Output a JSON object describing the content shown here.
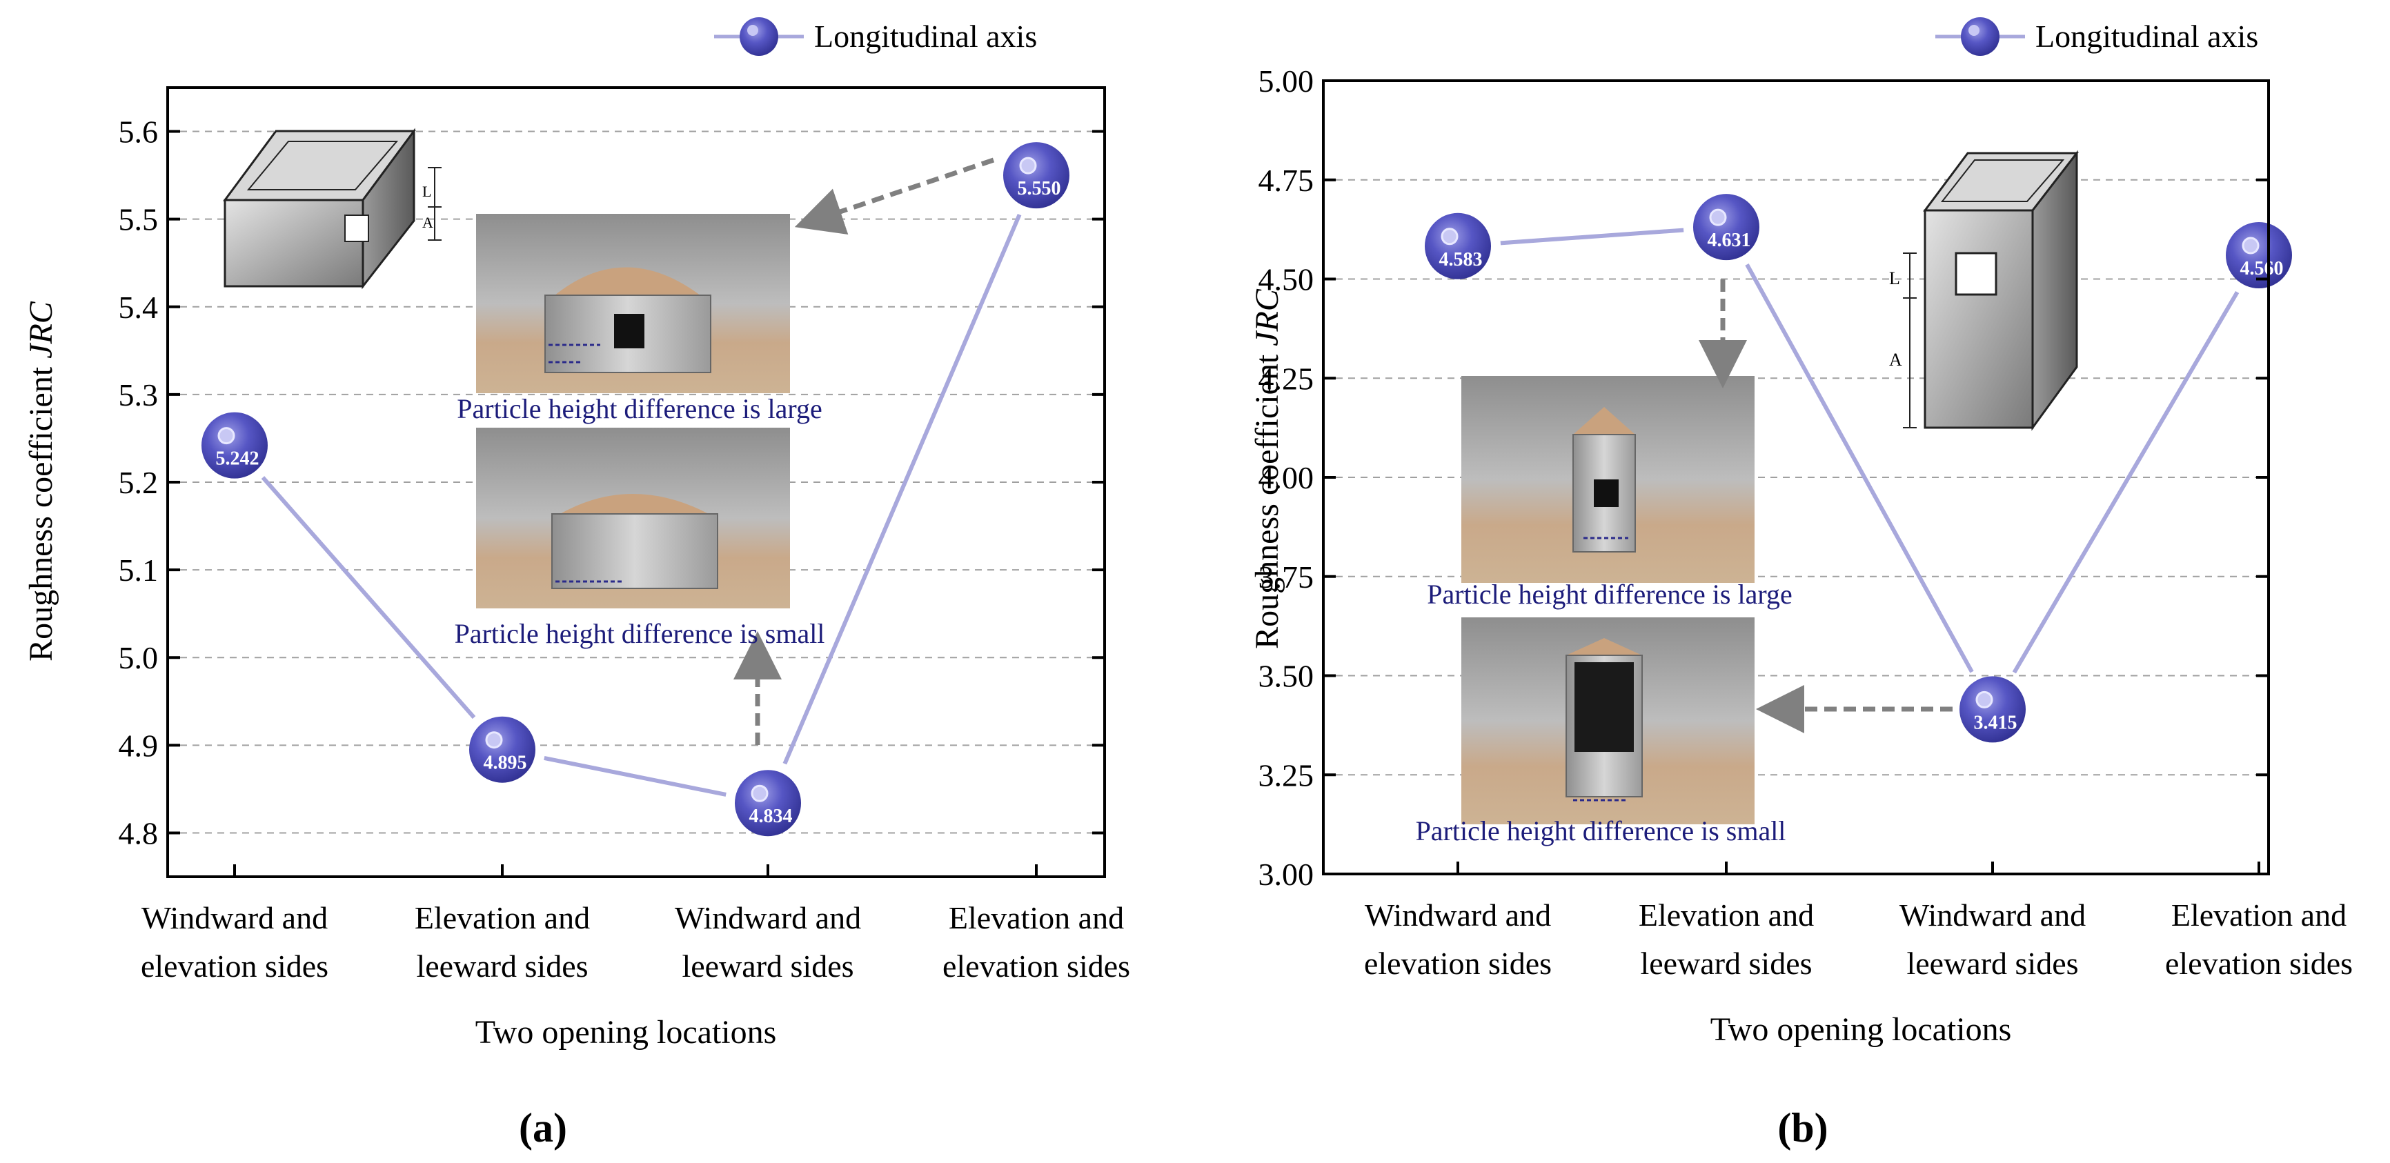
{
  "chart_data": [
    {
      "type": "scatter",
      "panel_label": "(a)",
      "categories": [
        "Windward and\nelevation sides",
        "Elevation and\nleeward sides",
        "Windward and\nleeward sides",
        "Elevation and\nelevation sides"
      ],
      "series": [
        {
          "name": "Longitudinal axis",
          "values": [
            5.242,
            4.895,
            4.834,
            5.55
          ],
          "value_labels": [
            "5.242",
            "4.895",
            "4.834",
            "5.550"
          ]
        }
      ],
      "xlabel": "Two opening locations",
      "ylabel_prefix": "Roughness coefficient",
      "ylabel_italic": "JRC",
      "ylim": [
        4.75,
        5.65
      ],
      "yticks": [
        4.8,
        4.9,
        5.0,
        5.1,
        5.2,
        5.3,
        5.4,
        5.5,
        5.6
      ],
      "ytick_labels": [
        "4.8",
        "4.9",
        "5.0",
        "5.1",
        "5.2",
        "5.3",
        "5.4",
        "5.5",
        "5.6"
      ],
      "grid": true,
      "legend_position": "top-right",
      "connections": [
        [
          0,
          1
        ],
        [
          1,
          2
        ],
        [
          2,
          3
        ]
      ],
      "annotations": [
        "Particle height difference is large",
        "Particle height difference is small"
      ],
      "schematic_labels": [
        "L",
        "A"
      ]
    },
    {
      "type": "scatter",
      "panel_label": "(b)",
      "categories": [
        "Windward and\nelevation sides",
        "Elevation and\nleeward sides",
        "Windward and\nleeward sides",
        "Elevation and\nelevation sides"
      ],
      "series": [
        {
          "name": "Longitudinal axis",
          "values": [
            4.583,
            4.631,
            3.415,
            4.56
          ],
          "value_labels": [
            "4.583",
            "4.631",
            "3.415",
            "4.560"
          ]
        }
      ],
      "xlabel": "Two opening locations",
      "ylabel_prefix": "Roughness coefficient",
      "ylabel_italic": "JRC",
      "ylim": [
        3.0,
        5.0
      ],
      "yticks": [
        3.0,
        3.25,
        3.5,
        3.75,
        4.0,
        4.25,
        4.5,
        4.75,
        5.0
      ],
      "ytick_labels": [
        "3.00",
        "3.25",
        "3.50",
        "3.75",
        "4.00",
        "4.25",
        "4.50",
        "4.75",
        "5.00"
      ],
      "grid": true,
      "legend_position": "top-right",
      "connections": [
        [
          0,
          1
        ],
        [
          1,
          2
        ],
        [
          2,
          3
        ]
      ],
      "annotations": [
        "Particle height difference is large",
        "Particle height difference is small"
      ],
      "schematic_labels": [
        "L",
        "A"
      ]
    }
  ],
  "colors": {
    "point": "#4a4ab8",
    "point_highlight": "#c8c8f4",
    "line": "#a8a8dc",
    "arrow": "#808080",
    "annotation_text": "#1c1c7a",
    "grid": "#a0a0a0"
  }
}
